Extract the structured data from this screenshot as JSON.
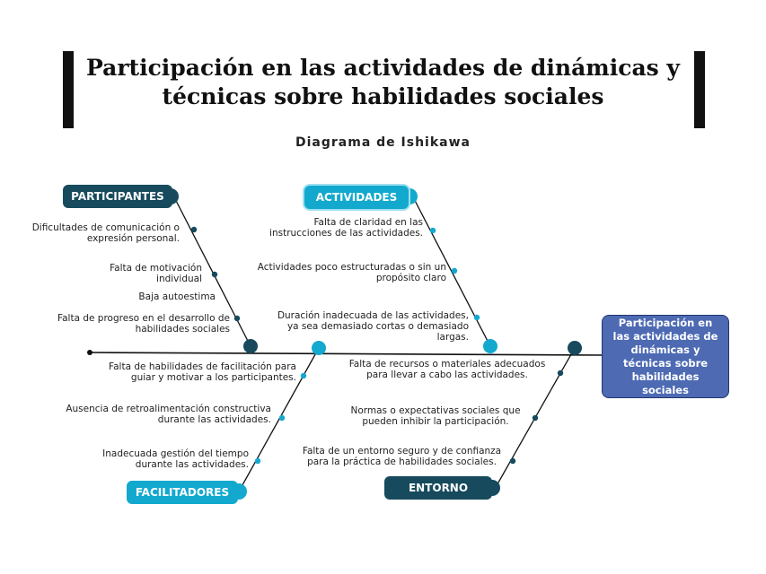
{
  "title": "Participación en las actividades de dinámicas y técnicas sobre habilidades sociales",
  "subtitle": "Diagrama de Ishikawa",
  "head": "Participación en las actividades de dinámicas y técnicas sobre habilidades sociales",
  "colors": {
    "dark": "#164a5c",
    "light": "#13a9cf",
    "head": "#4d6ab3"
  },
  "categories": {
    "participantes": {
      "label": "PARTICIPANTES",
      "causes": [
        "Dificultades de comunicación o expresión personal.",
        "Falta de motivación individual",
        "Baja autoestima",
        "Falta de progreso en el desarrollo de habilidades sociales"
      ]
    },
    "actividades": {
      "label": "ACTIVIDADES",
      "causes": [
        "Falta de claridad en las instrucciones de las actividades.",
        "Actividades poco estructuradas o sin un propósito claro",
        "Duración inadecuada de las actividades, ya sea demasiado cortas o demasiado largas."
      ]
    },
    "facilitadores": {
      "label": "FACILITADORES",
      "causes": [
        "Falta de habilidades de facilitación para guiar y motivar a los participantes.",
        "Ausencia de retroalimentación constructiva durante las actividades.",
        "Inadecuada gestión del tiempo durante las actividades."
      ]
    },
    "entorno": {
      "label": "ENTORNO",
      "causes": [
        "Falta de recursos o materiales adecuados para llevar a cabo las actividades.",
        "Normas o expectativas sociales que pueden inhibir la participación.",
        "Falta de un entorno seguro y de confianza para la práctica de habilidades sociales."
      ]
    }
  }
}
